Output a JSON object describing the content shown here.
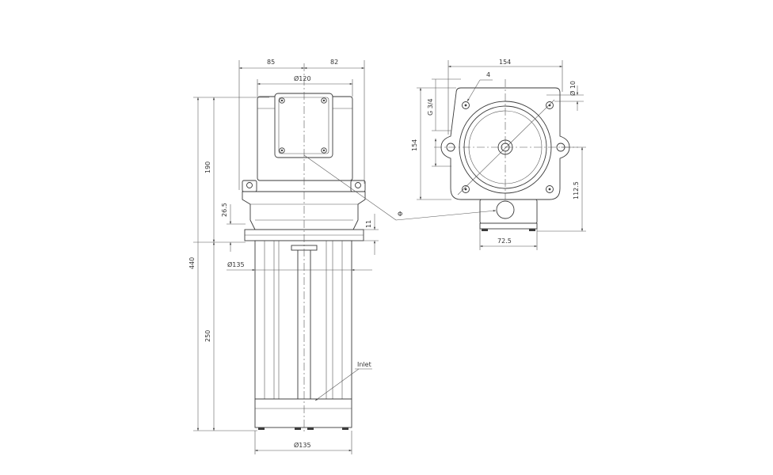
{
  "side_view": {
    "dim_85": "85",
    "dim_82": "82",
    "dim_dia120": "Ø120",
    "dim_190": "190",
    "dim_26_5": "26.5",
    "dim_11": "11",
    "dim_440": "440",
    "dim_dia135_upper": "Ø135",
    "dim_250": "250",
    "label_inlet": "Inlet",
    "dim_dia135_lower": "Ø135"
  },
  "top_view": {
    "dim_154_width": "154",
    "label_4": "4",
    "dim_dia10": "Ø 10",
    "label_g34": "G 3/4",
    "dim_154_height": "154",
    "dim_112_5": "112.5",
    "dim_72_5": "72.5",
    "label_phi": "Φ"
  }
}
